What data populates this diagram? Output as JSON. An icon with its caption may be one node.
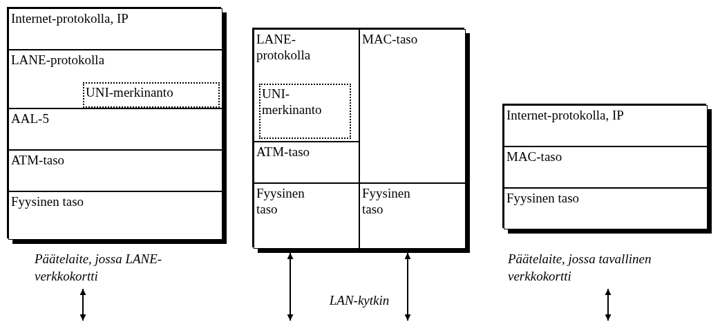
{
  "diagram": {
    "nodes": [
      {
        "text": [],
        "shape": "box",
        "beside": [
          "Päätelaite, jossa LANE- verkkokortti"
        ]
      },
      {
        "text": [
          "Internet-protokolla, IP"
        ],
        "in": 0
      },
      {
        "text": [
          "LANE-protokolla"
        ],
        "in": 0
      },
      {
        "text": [
          "UNI-merkinanto"
        ],
        "in": 2
      },
      {
        "text": [
          "AAL-5"
        ],
        "in": 0
      },
      {
        "text": [
          "ATM-taso"
        ],
        "in": 0
      },
      {
        "text": [
          "Fyysinen taso"
        ],
        "in": 0
      },
      {
        "text": [],
        "shape": "box",
        "beside": [
          "LAN-kytkin"
        ]
      },
      {
        "text": [
          "LANE-protokolla"
        ],
        "in": 7
      },
      {
        "text": [
          "UNI-merkinanto"
        ],
        "in": 8
      },
      {
        "text": [
          "MAC-taso"
        ],
        "in": 7
      },
      {
        "text": [
          "ATM-taso"
        ],
        "in": 7
      },
      {
        "text": [
          "Fyysinen taso"
        ],
        "in": 7
      },
      {
        "text": [
          "Fyysinen taso"
        ],
        "in": 7
      },
      {
        "text": [],
        "shape": "box",
        "beside": [
          "Päätelaite, jossa tavallinen verkkokortti"
        ]
      },
      {
        "text": [
          "Internet-protokolla, IP"
        ],
        "in": 14
      },
      {
        "text": [
          "MAC-taso"
        ],
        "in": 14
      },
      {
        "text": [
          "Fyysinen taso"
        ],
        "in": 14
      }
    ],
    "edges": [
      {
        "from": 12,
        "to": null,
        "arrow": "both"
      },
      {
        "from": 13,
        "to": null,
        "arrow": "both"
      }
    ]
  }
}
